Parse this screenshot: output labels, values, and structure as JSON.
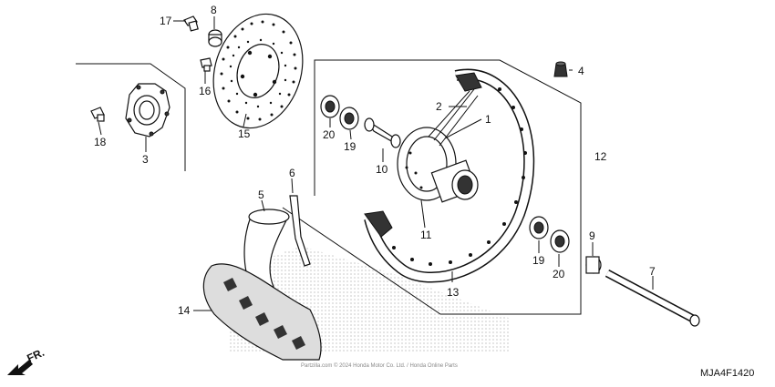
{
  "diagram": {
    "callouts": [
      {
        "id": "c17",
        "text": "17"
      },
      {
        "id": "c8",
        "text": "8"
      },
      {
        "id": "c16",
        "text": "16"
      },
      {
        "id": "c15",
        "text": "15"
      },
      {
        "id": "c18",
        "text": "18"
      },
      {
        "id": "c3",
        "text": "3"
      },
      {
        "id": "c4",
        "text": "4"
      },
      {
        "id": "c2",
        "text": "2"
      },
      {
        "id": "c1",
        "text": "1"
      },
      {
        "id": "c20a",
        "text": "20"
      },
      {
        "id": "c19a",
        "text": "19"
      },
      {
        "id": "c10",
        "text": "10"
      },
      {
        "id": "c12",
        "text": "12"
      },
      {
        "id": "c11",
        "text": "11"
      },
      {
        "id": "c6",
        "text": "6"
      },
      {
        "id": "c5",
        "text": "5"
      },
      {
        "id": "c9",
        "text": "9"
      },
      {
        "id": "c19b",
        "text": "19"
      },
      {
        "id": "c20b",
        "text": "20"
      },
      {
        "id": "c7",
        "text": "7"
      },
      {
        "id": "c13",
        "text": "13"
      },
      {
        "id": "c14",
        "text": "14"
      }
    ],
    "diagram_code": "MJA4F1420",
    "front_label": "FR.",
    "watermark": "Partzilla.com © 2024 Honda Motor Co. Ltd. / Honda Online Parts"
  }
}
